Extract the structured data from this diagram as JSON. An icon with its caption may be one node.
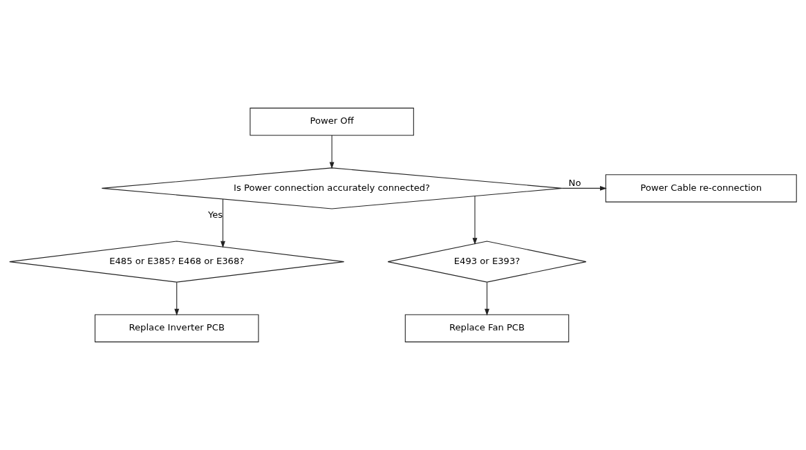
{
  "diagram": {
    "nodes": [
      {
        "text": [
          "Power Off"
        ]
      },
      {
        "text": [
          "Is Power connection accurately connected?"
        ]
      },
      {
        "text": [
          "Power Cable re-connection"
        ]
      },
      {
        "text": [
          "E485 or E385? E468 or E368?"
        ]
      },
      {
        "text": [
          "E493 or E393?"
        ]
      },
      {
        "text": [
          "Replace Inverter PCB"
        ]
      },
      {
        "text": [
          "Replace Fan PCB"
        ]
      }
    ],
    "edges": [
      {
        "from": 0,
        "to": 1,
        "arrow": "to"
      },
      {
        "from": 1,
        "to": 2,
        "arrow": "to",
        "label": "No"
      },
      {
        "from": 1,
        "to": 3,
        "arrow": "to",
        "label": "Yes"
      },
      {
        "from": 1,
        "to": 4,
        "arrow": "to"
      },
      {
        "from": 3,
        "to": 5,
        "arrow": "to"
      },
      {
        "from": 4,
        "to": 6,
        "arrow": "to"
      }
    ]
  }
}
